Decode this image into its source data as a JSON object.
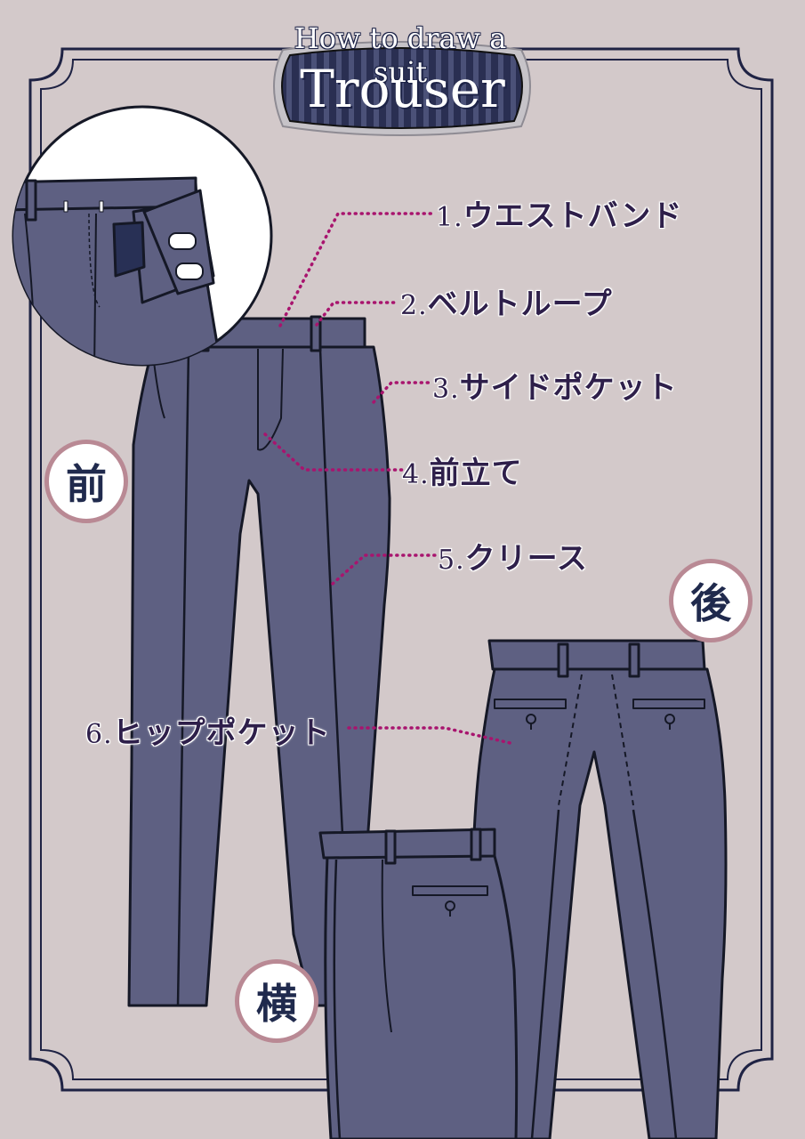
{
  "header": {
    "subtitle": "How to draw a suit",
    "title": "Trouser"
  },
  "views": {
    "front": "前",
    "back": "後",
    "side": "横"
  },
  "labels": [
    {
      "num": "1.",
      "text": "ウエストバンド"
    },
    {
      "num": "2.",
      "text": "ベルトループ"
    },
    {
      "num": "3.",
      "text": "サイドポケット"
    },
    {
      "num": "4.",
      "text": "前立て"
    },
    {
      "num": "5.",
      "text": "クリース"
    },
    {
      "num": "6.",
      "text": "ヒップポケット"
    }
  ],
  "colors": {
    "background": "#d3c9ca",
    "fabric": "#5e6082",
    "outline": "#151826",
    "frame": "#1f2344",
    "leader": "#a8146e",
    "badge_ring": "#b98994",
    "label_text": "#2e1f4a"
  }
}
